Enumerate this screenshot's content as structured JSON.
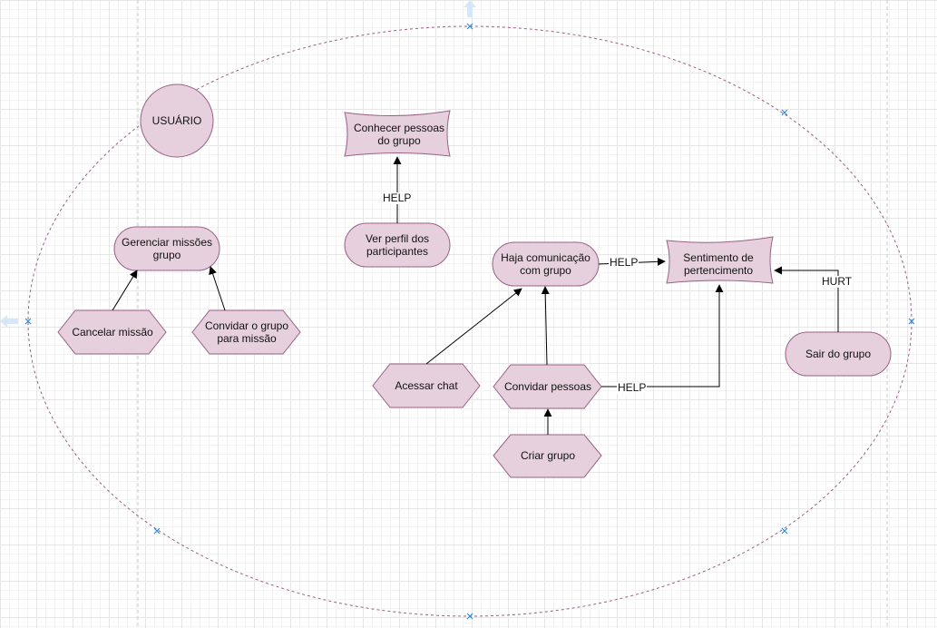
{
  "colors": {
    "node_fill": "#e6d0de",
    "node_stroke": "#996185",
    "boundary": "#996185",
    "guide": "#c9c9c9",
    "handle": "#2b8ed6",
    "arrow": "#dbe9f7"
  },
  "actor": {
    "label": "USUÁRIO"
  },
  "nodes": {
    "conhecer": "Conhecer pessoas do grupo",
    "ver_perfil": "Ver perfil dos participantes",
    "gerenciar": "Gerenciar missões grupo",
    "cancelar": "Cancelar missão",
    "convidar_grupo": "Convidar o grupo para missão",
    "haja": "Haja comunicação com grupo",
    "sentimento": "Sentimento de pertencimento",
    "acessar_chat": "Acessar chat",
    "convidar_pessoas": "Convidar pessoas",
    "criar_grupo": "Criar grupo",
    "sair": "Sair do grupo"
  },
  "edge_labels": {
    "perfil_conhecer": "HELP",
    "haja_sentimento": "HELP",
    "sair_sentimento": "HURT",
    "convidar_sentimento": "HELP"
  }
}
